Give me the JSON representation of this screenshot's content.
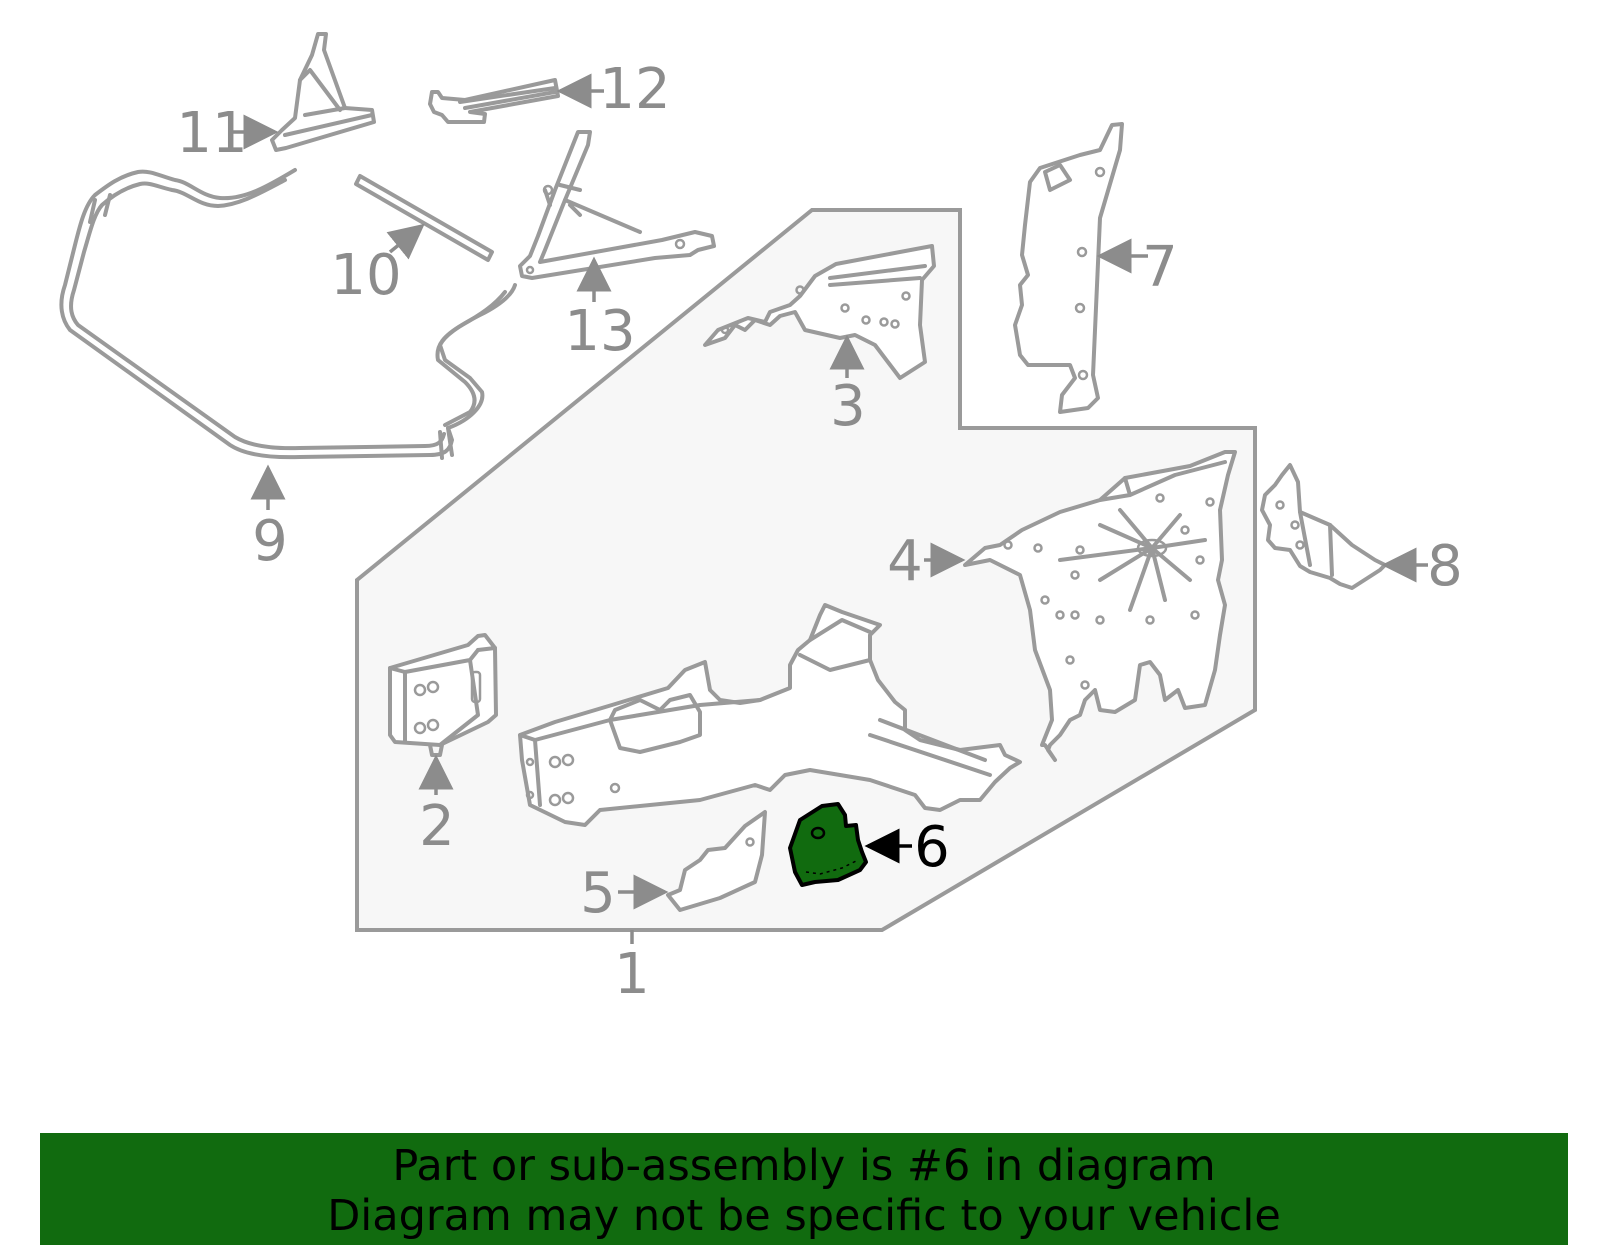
{
  "callouts": [
    "1",
    "2",
    "3",
    "4",
    "5",
    "6",
    "7",
    "8",
    "9",
    "10",
    "11",
    "12",
    "13"
  ],
  "highlighted_callout": "6",
  "colors": {
    "line_gray": "#9a9a9a",
    "panel_fill": "#f7f7f7",
    "highlight_green": "#116b0f",
    "banner_green": "#116b0f"
  },
  "banner": {
    "line1": "Part or sub-assembly is #6 in diagram",
    "line2": "Diagram may not be specific to your vehicle"
  }
}
